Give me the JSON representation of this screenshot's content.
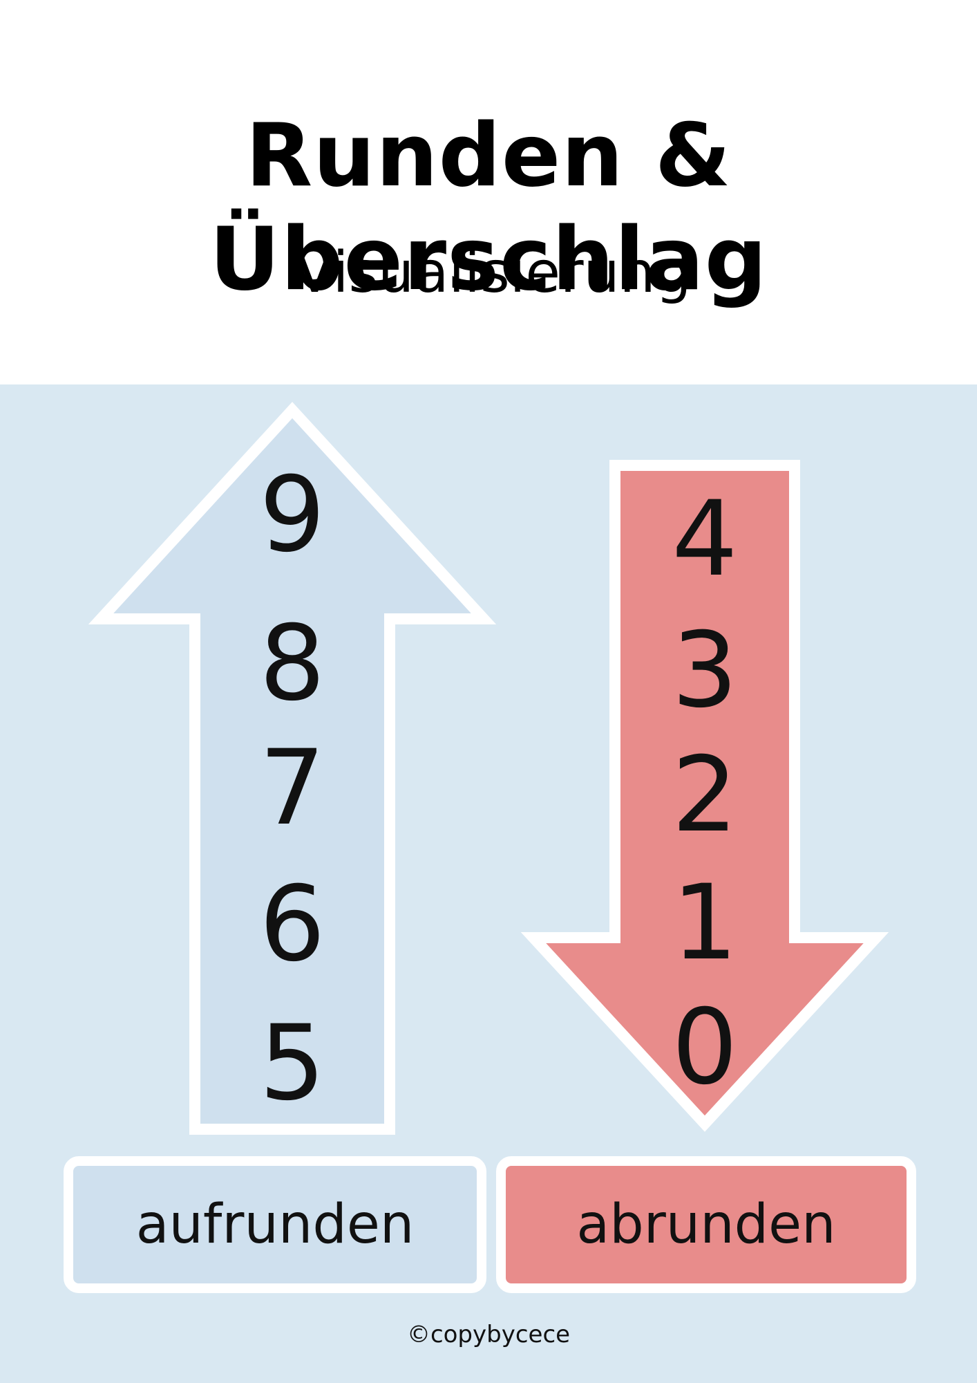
{
  "header": {
    "title": "Runden & Überschlag",
    "subtitle": "Visualisierung"
  },
  "round_up": {
    "digits": [
      "9",
      "8",
      "7",
      "6",
      "5"
    ],
    "label": "aufrunden",
    "color": "#cfe0ee"
  },
  "round_down": {
    "digits": [
      "4",
      "3",
      "2",
      "1",
      "0"
    ],
    "label": "abrunden",
    "color": "#e88c8b"
  },
  "background_color": "#d9e8f2",
  "footer": {
    "copyright": "©copybycece"
  }
}
